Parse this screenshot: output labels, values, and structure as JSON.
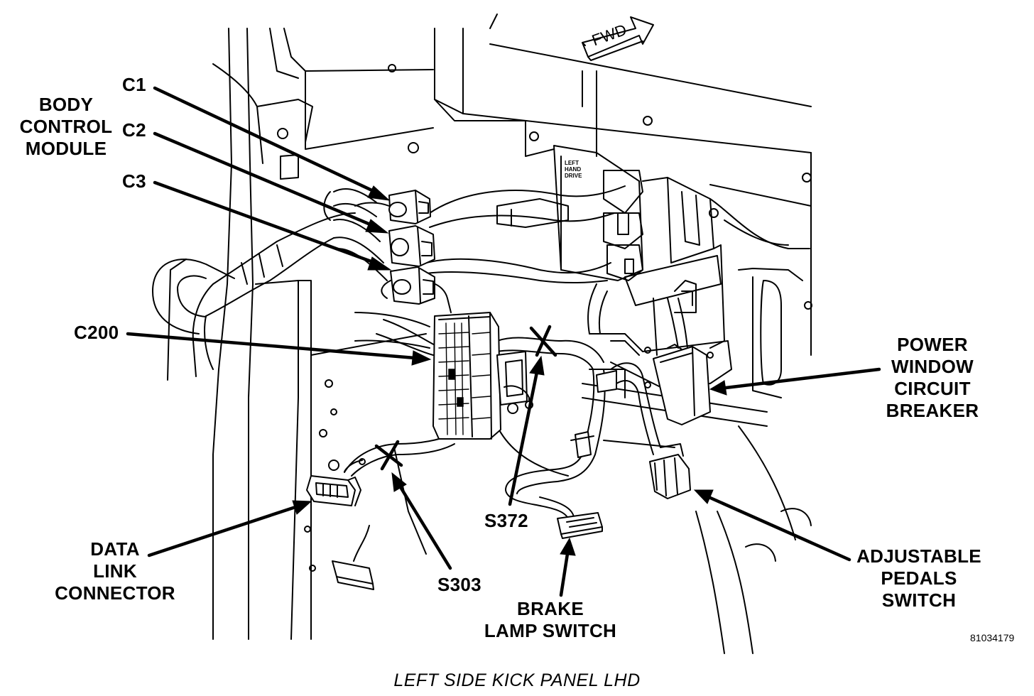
{
  "labels": {
    "body_control_module": [
      "BODY",
      "CONTROL",
      "MODULE"
    ],
    "c1": "C1",
    "c2": "C2",
    "c3": "C3",
    "c200": "C200",
    "data_link_connector": [
      "DATA",
      "LINK",
      "CONNECTOR"
    ],
    "s303": "S303",
    "s372": "S372",
    "brake_lamp_switch": [
      "BRAKE",
      "LAMP SWITCH"
    ],
    "power_window_circuit_breaker": [
      "POWER",
      "WINDOW",
      "CIRCUIT",
      "BREAKER"
    ],
    "adjustable_pedals_switch": [
      "ADJUSTABLE",
      "PEDALS",
      "SWITCH"
    ],
    "fwd": "FWD",
    "pedal_tag": [
      "LEFT",
      "HAND",
      "DRIVE"
    ]
  },
  "figure_id": "81034179",
  "caption": "LEFT SIDE KICK PANEL LHD"
}
